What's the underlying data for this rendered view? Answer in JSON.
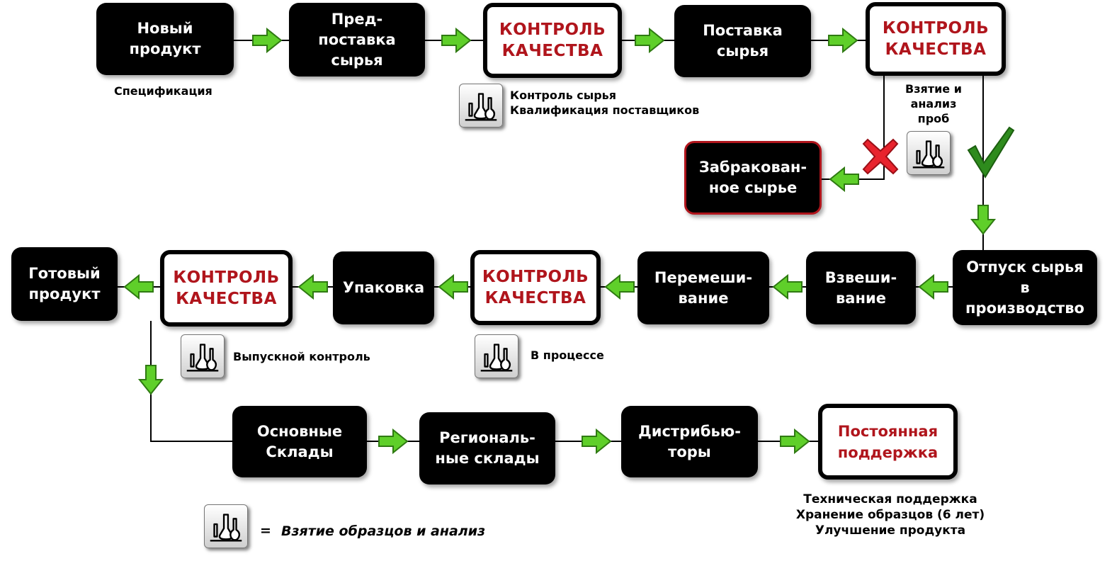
{
  "boxes": {
    "new_product": "Новый\nпродукт",
    "pre_supply": "Пред-\nпоставка\nсырья",
    "qc_1": "КОНТРОЛЬ\nКАЧЕСТВА",
    "supply": "Поставка\nсырья",
    "qc_2": "КОНТРОЛЬ\nКАЧЕСТВА",
    "rejected": "Забракован-\nное сырье",
    "release": "Отпуск сырья\nв\nпроизводство",
    "weighing": "Взвеши-\nвание",
    "mixing": "Перемеши-\nвание",
    "qc_3": "КОНТРОЛЬ\nКАЧЕСТВА",
    "packing": "Упаковка",
    "qc_4": "КОНТРОЛЬ\nКАЧЕСТВА",
    "finished": "Готовый\nпродукт",
    "main_warehouses": "Основные\nСклады",
    "regional": "Региональ-\nные склады",
    "distributors": "Дистрибью-\nторы",
    "support": "Постоянная\nподдержка"
  },
  "labels": {
    "specification": "Спецификация",
    "raw_control": "Контроль сырья\nКвалификация поставщиков",
    "sampling": "Взятие и\nанализ\nпроб",
    "release_control": "Выпускной контроль",
    "in_process": "В процессе",
    "support_notes": "Техническая поддержка\nХранение образцов (6 лет)\nУлучшение продукта",
    "legend_eq": "=",
    "legend_text": "Взятие образцов и анализ"
  },
  "icons": {
    "sampling": "lab-flasks-icon",
    "arrow": "green-arrow-icon",
    "reject": "red-cross-icon",
    "accept": "green-check-icon"
  },
  "colors": {
    "box": "#000000",
    "qc_text": "#b0151c",
    "arrow": "#5fcf2a",
    "cross": "#e8232d",
    "check": "#2e8b1d"
  }
}
